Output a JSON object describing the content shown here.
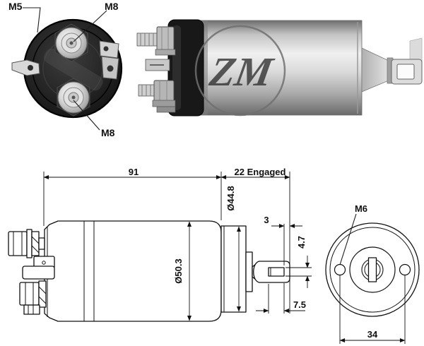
{
  "part_photos": {
    "end_view": {
      "terminal_labels": {
        "spade_terminal": "M5",
        "top_terminal": "M8",
        "bottom_terminal": "M8"
      }
    },
    "side_view": {
      "watermark_text": "ZM"
    }
  },
  "dimension_drawing": {
    "side_view": {
      "overall_length": "91",
      "engaged_length": "22 Engaged",
      "front_diameter": "Ø44.8",
      "eye_tip_thickness": "3",
      "eye_slot_height": "4.7",
      "body_diameter": "Ø50.3",
      "eye_slot_length": "7.5"
    },
    "front_view": {
      "mounting_hole_thread": "M6",
      "mounting_hole_spacing": "34"
    }
  }
}
